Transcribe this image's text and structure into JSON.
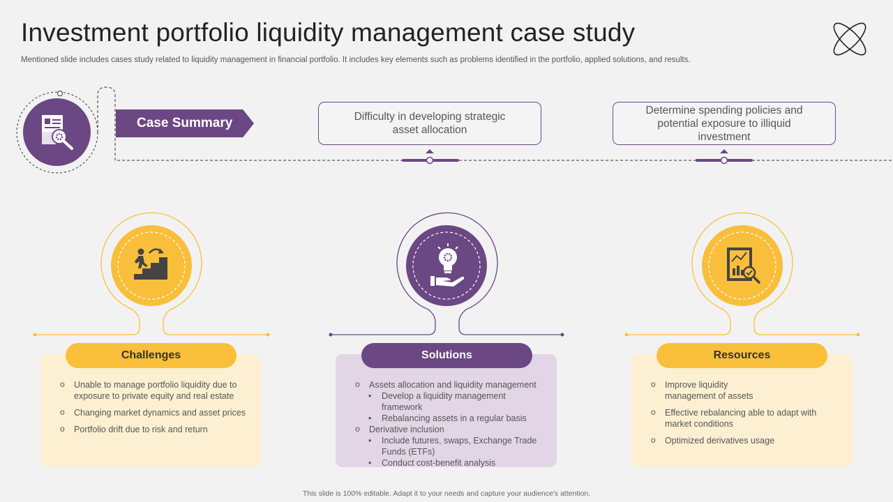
{
  "title": "Investment portfolio liquidity management case study",
  "subtitle": "Mentioned slide includes cases study related to liquidity management in financial portfolio. It includes key elements such as problems identified in the portfolio, applied solutions, and results.",
  "footer": "This slide is 100% editable. Adapt it to your needs and capture your audience's attention.",
  "case_summary": {
    "label": "Case Summary",
    "boxes": [
      "Difficulty in developing strategic asset allocation",
      "Determine spending policies and potential exposure to illiquid investment"
    ]
  },
  "columns": [
    {
      "heading": "Challenges",
      "icon": "stairs-climbing-icon",
      "items": [
        {
          "text": "Unable to manage portfolio liquidity due to exposure to private equity and real estate"
        },
        {
          "text": "Changing market dynamics and asset prices"
        },
        {
          "text": "Portfolio drift due to risk and return"
        }
      ]
    },
    {
      "heading": "Solutions",
      "icon": "lightbulb-hand-icon",
      "items": [
        {
          "text": "Assets allocation and liquidity management",
          "sub": [
            "Develop a liquidity management framework",
            "Rebalancing assets in a regular basis"
          ]
        },
        {
          "text": "Derivative inclusion",
          "sub": [
            "Include futures, swaps, Exchange Trade Funds (ETFs)",
            "Conduct cost-benefit analysis"
          ]
        }
      ]
    },
    {
      "heading": "Resources",
      "icon": "report-analysis-icon",
      "items": [
        {
          "text": "Improve liquidity management of assets"
        },
        {
          "text": "Effective rebalancing able to adapt with market conditions"
        },
        {
          "text": "Optimized derivatives usage"
        }
      ]
    }
  ],
  "colors": {
    "purple": "#6b4783",
    "yellow": "#f9bf3b",
    "light_yellow": "#fdf0d2",
    "light_purple": "#e2d5e6"
  }
}
